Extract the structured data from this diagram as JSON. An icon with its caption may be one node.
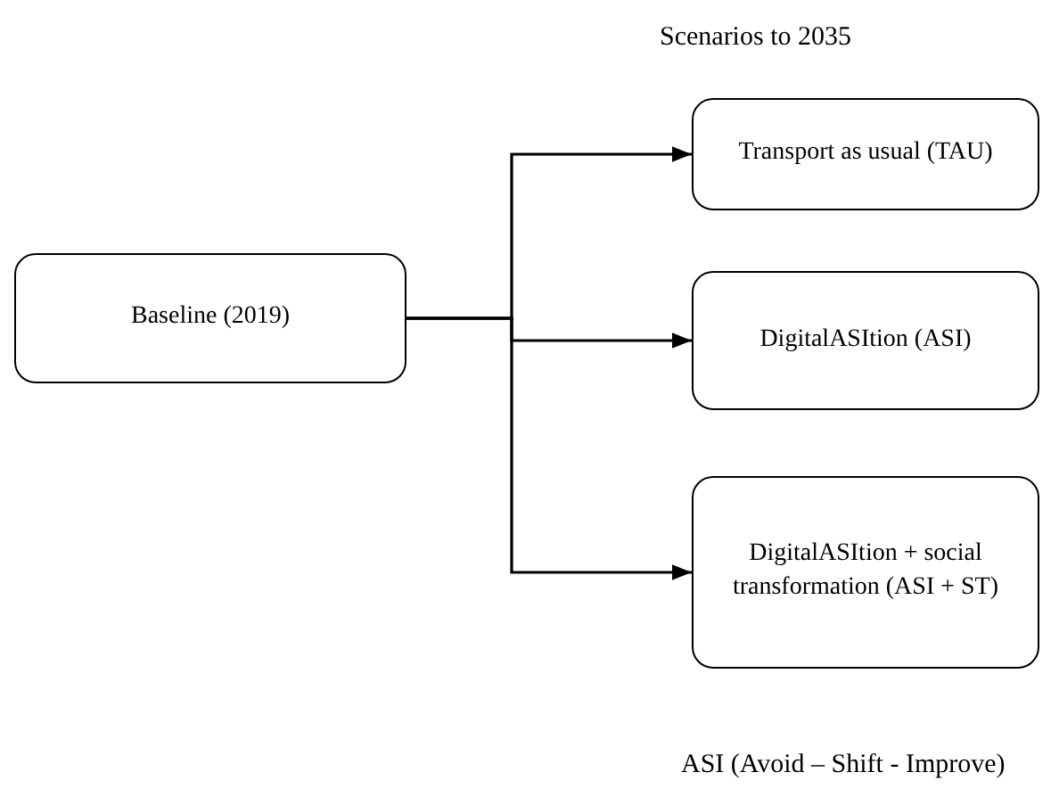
{
  "diagram": {
    "title": "Scenarios to 2035",
    "nodes": [
      {
        "text": [
          "Baseline (2019)"
        ]
      },
      {
        "text": [
          "Transport as usual (TAU)"
        ]
      },
      {
        "text": [
          "DigitalASItion (ASI)"
        ]
      },
      {
        "text": [
          "DigitalASItion + social transformation (ASI + ST)"
        ]
      }
    ],
    "edges": [
      {
        "from": 0,
        "to": 1,
        "arrow": "to"
      },
      {
        "from": 0,
        "to": 2,
        "arrow": "to"
      },
      {
        "from": 0,
        "to": 3,
        "arrow": "to"
      }
    ],
    "caption": "ASI (Avoid – Shift - Improve)"
  }
}
